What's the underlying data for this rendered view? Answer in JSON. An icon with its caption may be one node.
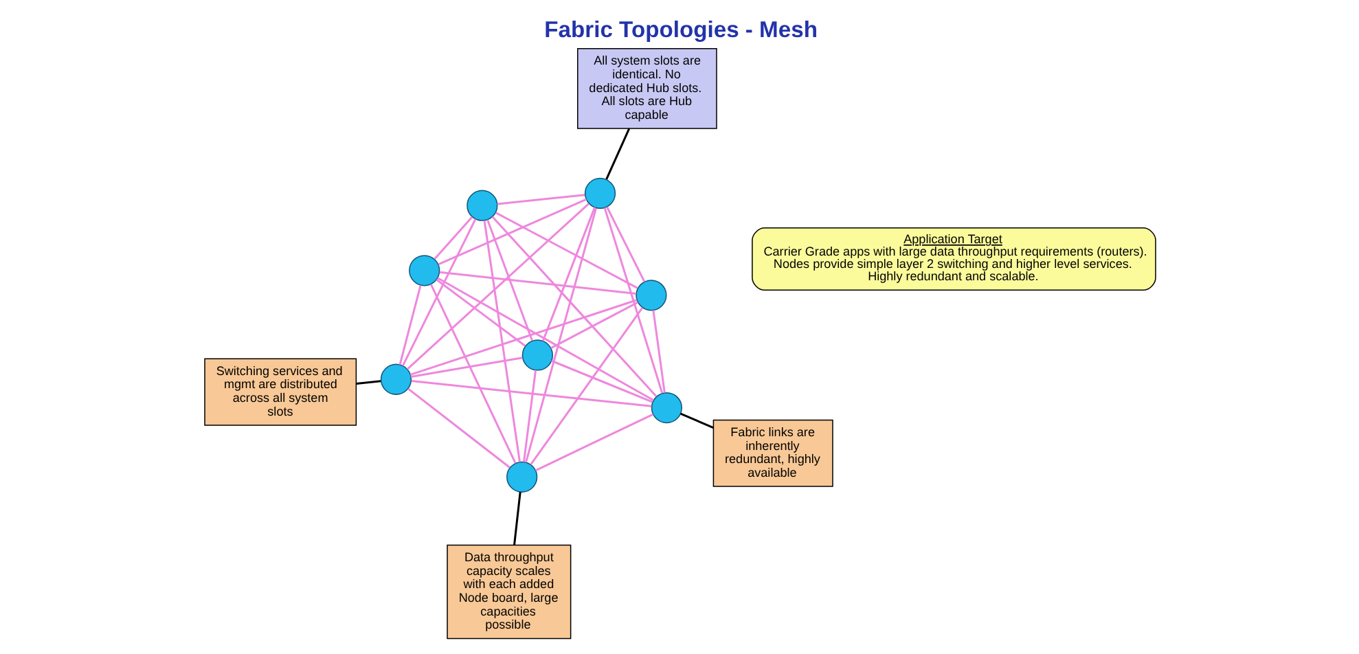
{
  "diagram": {
    "title": "Fabric Topologies - Mesh",
    "nodes": [
      {
        "text": [
          "Switching services and mgmt are distributed across all system slots"
        ]
      },
      {
        "text": [
          "All system slots are identical. No dedicated Hub slots.  All slots are Hub capable"
        ]
      },
      {
        "text": [],
        "shape": "circle"
      },
      {
        "text": [],
        "shape": "circle"
      },
      {
        "text": [],
        "shape": "circle"
      },
      {
        "text": [],
        "shape": "circle"
      },
      {
        "text": [
          "Data throughput capacity scales with each added Node board, large capacities possible"
        ]
      },
      {
        "text": [],
        "shape": "circle"
      },
      {
        "text": [],
        "shape": "circle"
      },
      {
        "text": [
          "Fabric links are inherently redundant, highly available"
        ]
      },
      {
        "text": [],
        "shape": "circle"
      },
      {
        "text": [],
        "shape": "circle"
      },
      {
        "text": [
          "Application Target",
          "Carrier Grade apps with large data throughput requirements (routers). Nodes provide simple layer 2 switching and higher level services. Highly redundant and scalable."
        ]
      }
    ],
    "edges": [
      {
        "from": 0,
        "to": 2,
        "arrow": "none",
        "color": "#000000"
      },
      {
        "from": 1,
        "to": 3,
        "arrow": "none",
        "color": "#000000"
      },
      {
        "from": 6,
        "to": 7,
        "arrow": "none",
        "color": "#000000"
      },
      {
        "from": 9,
        "to": 8,
        "arrow": "none",
        "color": "#000000"
      },
      {
        "from": 2,
        "to": 3,
        "arrow": "none"
      },
      {
        "from": 3,
        "to": 5,
        "arrow": "none"
      },
      {
        "from": 5,
        "to": 8,
        "arrow": "none"
      },
      {
        "from": 8,
        "to": 11,
        "arrow": "none"
      },
      {
        "from": 11,
        "to": 10,
        "arrow": "none"
      },
      {
        "from": 10,
        "to": 7,
        "arrow": "none"
      },
      {
        "from": 7,
        "to": 4,
        "arrow": "none"
      },
      {
        "from": 4,
        "to": 2,
        "arrow": "none"
      },
      {
        "from": 2,
        "to": 5,
        "arrow": "none"
      },
      {
        "from": 2,
        "to": 8,
        "arrow": "none"
      },
      {
        "from": 2,
        "to": 11,
        "arrow": "none"
      },
      {
        "from": 2,
        "to": 10,
        "arrow": "none"
      },
      {
        "from": 2,
        "to": 7,
        "arrow": "none"
      },
      {
        "from": 3,
        "to": 8,
        "arrow": "none"
      },
      {
        "from": 3,
        "to": 11,
        "arrow": "none"
      },
      {
        "from": 3,
        "to": 10,
        "arrow": "none"
      },
      {
        "from": 3,
        "to": 7,
        "arrow": "none"
      },
      {
        "from": 3,
        "to": 4,
        "arrow": "none"
      },
      {
        "from": 5,
        "to": 11,
        "arrow": "none"
      },
      {
        "from": 5,
        "to": 10,
        "arrow": "none"
      },
      {
        "from": 5,
        "to": 7,
        "arrow": "none"
      },
      {
        "from": 5,
        "to": 4,
        "arrow": "none"
      },
      {
        "from": 8,
        "to": 10,
        "arrow": "none"
      },
      {
        "from": 8,
        "to": 7,
        "arrow": "none"
      },
      {
        "from": 8,
        "to": 4,
        "arrow": "none"
      },
      {
        "from": 11,
        "to": 7,
        "arrow": "none"
      },
      {
        "from": 11,
        "to": 4,
        "arrow": "none"
      },
      {
        "from": 10,
        "to": 4,
        "arrow": "none"
      }
    ]
  }
}
